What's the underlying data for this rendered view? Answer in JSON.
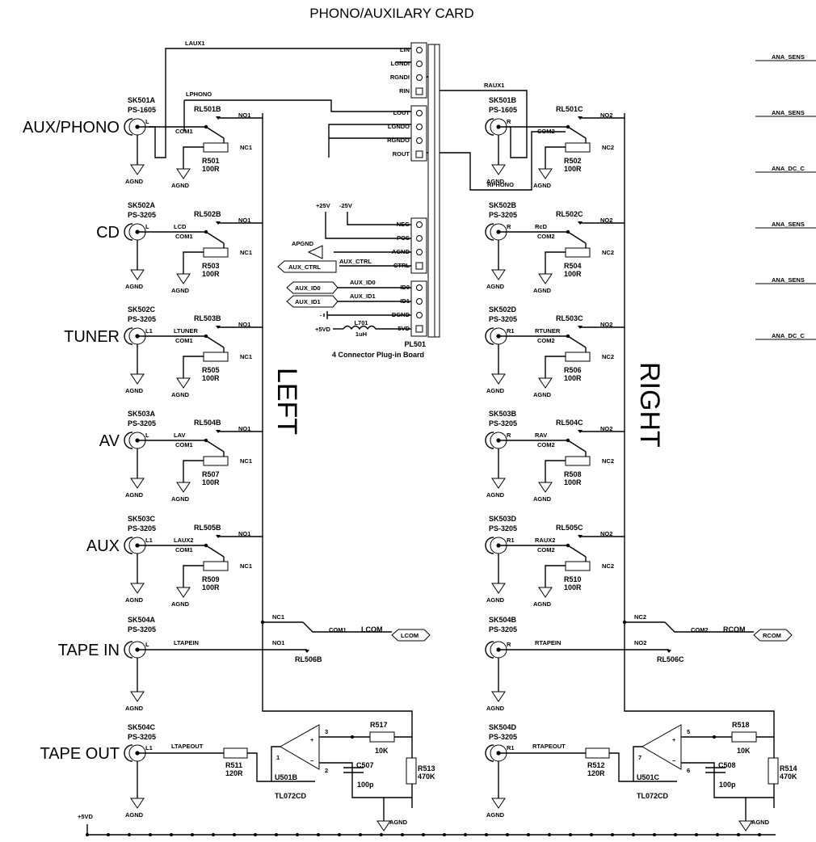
{
  "title": "PHONO/AUXILARY CARD",
  "left_label": "LEFT",
  "right_label": "RIGHT",
  "left_channels": [
    {
      "name": "AUX/PHONO",
      "sk": "SK501A",
      "ps": "PS-1605",
      "pin": "L",
      "net": "",
      "relay": "RL501B",
      "com": "COM1",
      "no": "NO1",
      "nc": "NC1",
      "res": "R501",
      "val": "100R"
    },
    {
      "name": "CD",
      "sk": "SK502A",
      "ps": "PS-3205",
      "pin": "L",
      "net": "LCD",
      "relay": "RL502B",
      "com": "COM1",
      "no": "NO1",
      "nc": "NC1",
      "res": "R503",
      "val": "100R"
    },
    {
      "name": "TUNER",
      "sk": "SK502C",
      "ps": "PS-3205",
      "pin": "L1",
      "net": "LTUNER",
      "relay": "RL503B",
      "com": "COM1",
      "no": "NO1",
      "nc": "NC1",
      "res": "R505",
      "val": "100R"
    },
    {
      "name": "AV",
      "sk": "SK503A",
      "ps": "PS-3205",
      "pin": "L",
      "net": "LAV",
      "relay": "RL504B",
      "com": "COM1",
      "no": "NO1",
      "nc": "NC1",
      "res": "R507",
      "val": "100R"
    },
    {
      "name": "AUX",
      "sk": "SK503C",
      "ps": "PS-3205",
      "pin": "L1",
      "net": "LAUX2",
      "relay": "RL505B",
      "com": "COM1",
      "no": "NO1",
      "nc": "NC1",
      "res": "R509",
      "val": "100R"
    }
  ],
  "right_channels": [
    {
      "sk": "SK501B",
      "ps": "PS-1605",
      "pin": "R",
      "net": "",
      "relay": "RL501C",
      "com": "COM2",
      "no": "NO2",
      "nc": "NC2",
      "res": "R502",
      "val": "100R"
    },
    {
      "sk": "SK502B",
      "ps": "PS-3205",
      "pin": "R",
      "net": "RcD",
      "relay": "RL502C",
      "com": "COM2",
      "no": "NO2",
      "nc": "NC2",
      "res": "R504",
      "val": "100R"
    },
    {
      "sk": "SK502D",
      "ps": "PS-3205",
      "pin": "R1",
      "net": "RTUNER",
      "relay": "RL503C",
      "com": "COM2",
      "no": "NO2",
      "nc": "NC2",
      "res": "R506",
      "val": "100R"
    },
    {
      "sk": "SK503B",
      "ps": "PS-3205",
      "pin": "R",
      "net": "RAV",
      "relay": "RL504C",
      "com": "COM2",
      "no": "NO2",
      "nc": "NC2",
      "res": "R508",
      "val": "100R"
    },
    {
      "sk": "SK503D",
      "ps": "PS-3205",
      "pin": "R1",
      "net": "RAUX2",
      "relay": "RL505C",
      "com": "COM2",
      "no": "NO2",
      "nc": "NC2",
      "res": "R510",
      "val": "100R"
    }
  ],
  "tape_in": {
    "name": "TAPE IN",
    "left": {
      "sk": "SK504A",
      "ps": "PS-3205",
      "pin": "L",
      "net": "LTAPEIN",
      "relay": "RL506B",
      "nc": "NC1",
      "com": "COM1",
      "no": "NO1",
      "out": "LCOM"
    },
    "right": {
      "sk": "SK504B",
      "ps": "PS-3205",
      "pin": "R",
      "net": "RTAPEIN",
      "relay": "RL506C",
      "nc": "NC2",
      "com": "COM2",
      "no": "NO2",
      "out": "RCOM"
    }
  },
  "tape_out": {
    "name": "TAPE OUT",
    "left": {
      "sk": "SK504C",
      "ps": "PS-3205",
      "pin": "L1",
      "net": "LTAPEOUT",
      "rin": "R511",
      "rin_val": "120R",
      "rf": "R517",
      "rf_val": "10K",
      "cap": "C507",
      "cap_val": "100p",
      "rl": "R513",
      "rl_val": "470K",
      "u": "U501B",
      "ic": "TL072CD",
      "p_plus": "3",
      "p_minus": "2",
      "p_out": "1"
    },
    "right": {
      "sk": "SK504D",
      "ps": "PS-3205",
      "pin": "R1",
      "net": "RTAPEOUT",
      "rin": "R512",
      "rin_val": "120R",
      "rf": "R518",
      "rf_val": "10K",
      "cap": "C508",
      "cap_val": "100p",
      "rl": "R514",
      "rl_val": "470K",
      "u": "U501C",
      "ic": "TL072CD",
      "p_plus": "5",
      "p_minus": "6",
      "p_out": "7"
    }
  },
  "gnd": "AGND",
  "plus5": "+5VD",
  "connector": {
    "name": "PL501",
    "desc": "4 Connector Plug-in Board",
    "pins_a": [
      "LIN",
      "LGNDI",
      "RGNDI",
      "RIN"
    ],
    "pins_b": [
      "LOUT",
      "LGNDO",
      "RGNDO",
      "ROUT"
    ],
    "pins_c": [
      "NEG",
      "POS",
      "AGND",
      "CTRL"
    ],
    "pins_d": [
      "ID0",
      "ID1",
      "DGND",
      "5VD"
    ]
  },
  "nets": {
    "laux1": "LAUX1",
    "lphono": "LPHONO",
    "raux1": "RAUX1",
    "rphono": "RPHONO",
    "aux_ctrl": "AUX_CTRL",
    "aux_id0": "AUX_ID0",
    "aux_id1": "AUX_ID1",
    "apgnd": "APGND",
    "p25": "+25V",
    "m25": "-25V"
  },
  "inductor": {
    "ref": "L701",
    "val": "1uH"
  },
  "right_nets": [
    "ANA_SENS",
    "ANA_SENS",
    "ANA_DC_C",
    "ANA_SENS",
    "ANA_SENS",
    "ANA_DC_C"
  ]
}
